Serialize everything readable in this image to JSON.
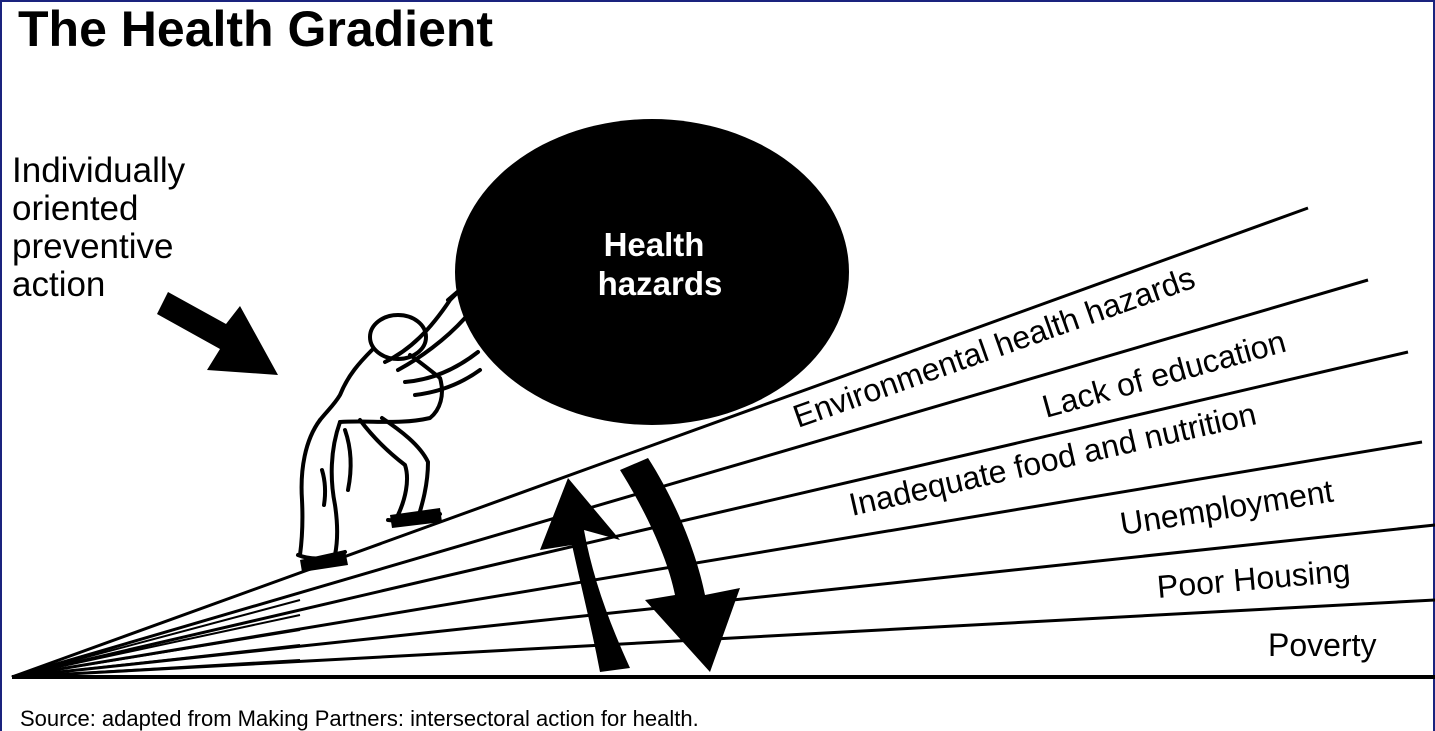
{
  "title": "The Health Gradient",
  "individual_action": [
    "Individually",
    "oriented",
    "preventive",
    "action"
  ],
  "boulder_label": [
    "Health",
    "hazards"
  ],
  "gradient_layers": [
    "Environmental health hazards",
    "Lack of education",
    "Inadequate food and nutrition",
    "Unemployment",
    "Poor Housing",
    "Poverty"
  ],
  "source": "Source:  adapted from Making Partners:  intersectoral action for health."
}
